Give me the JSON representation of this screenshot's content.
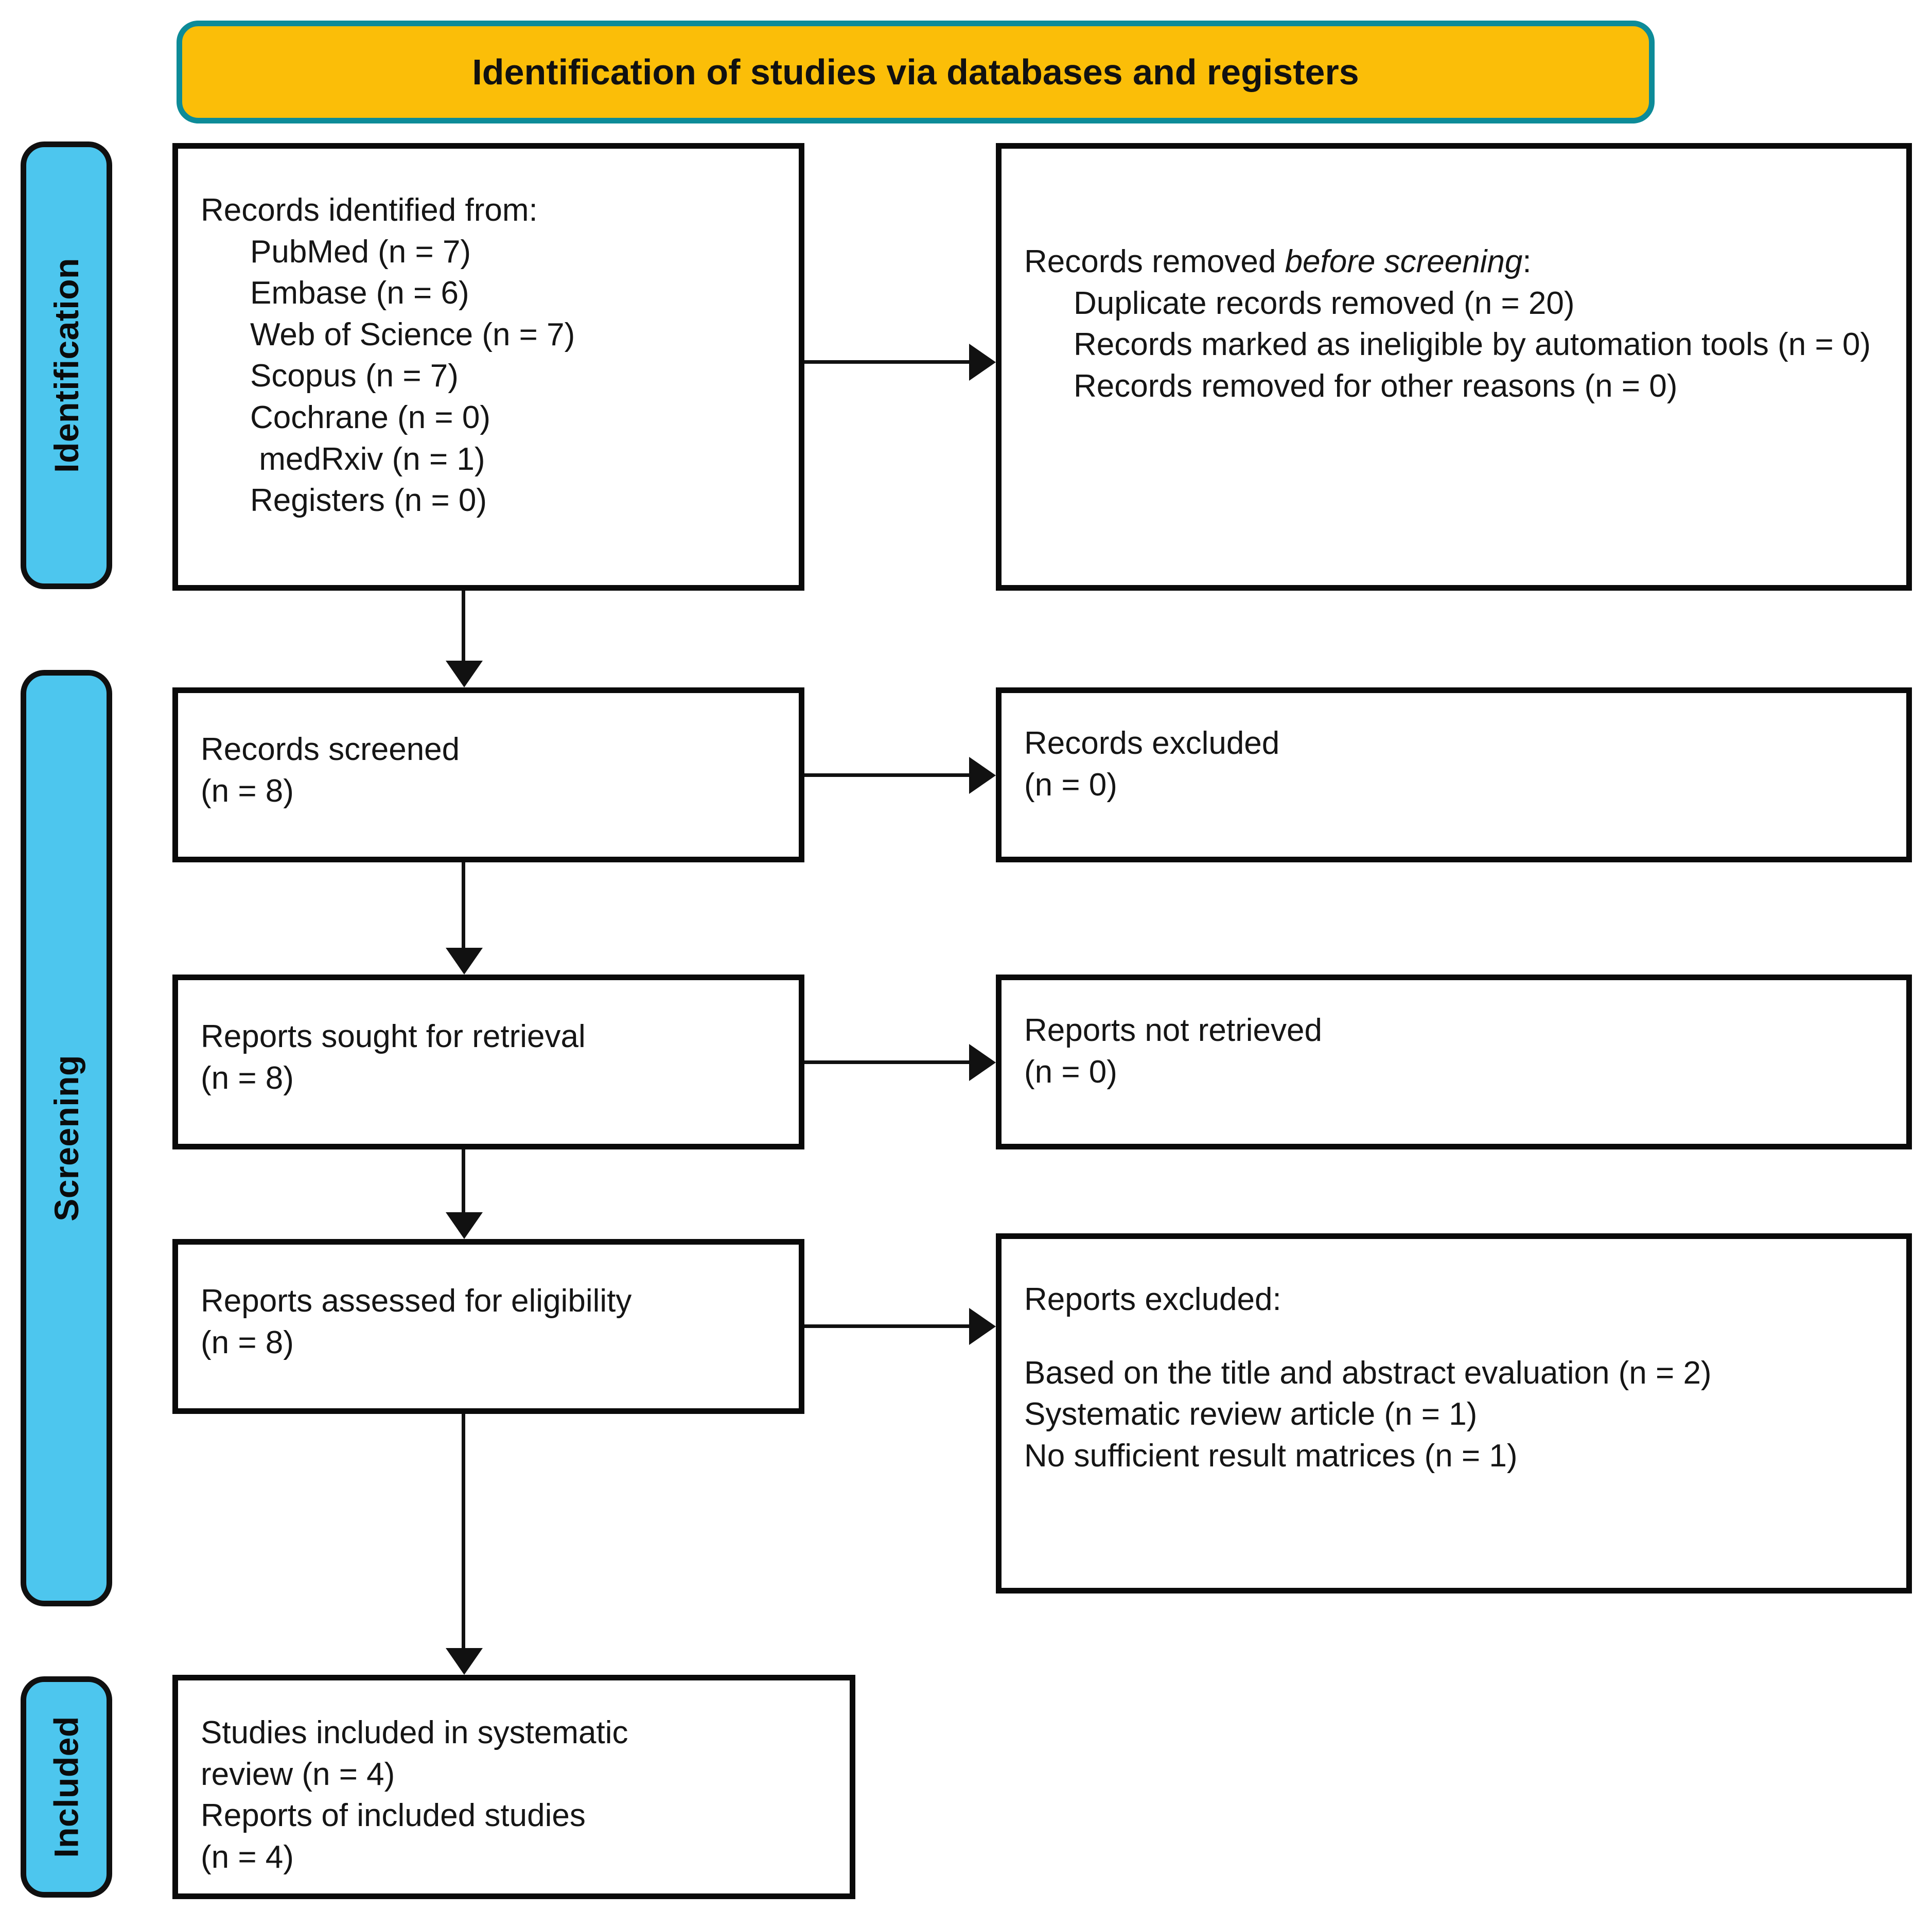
{
  "diagram": {
    "title": "Identification of studies via databases and registers",
    "colors": {
      "banner_fill": "#FBBE08",
      "banner_border": "#0D8B98",
      "stage_tab_fill": "#4DC6EE",
      "stage_tab_border": "#101010",
      "box_border": "#0A0A0A",
      "connector": "#111111"
    }
  },
  "stages": [
    {
      "id": "identification",
      "label": "Identification"
    },
    {
      "id": "screening",
      "label": "Screening"
    },
    {
      "id": "included",
      "label": "Included"
    }
  ],
  "boxes": {
    "identified": {
      "heading": "Records identified from:",
      "items": [
        "PubMed (n = 7)",
        "Embase (n = 6)",
        "Web of Science (n = 7)",
        "Scopus (n = 7)",
        "Cochrane (n = 0)",
        " medRxiv (n = 1)",
        "Registers (n = 0)"
      ]
    },
    "removed": {
      "heading_prefix": "Records removed ",
      "heading_italic": "before screening",
      "heading_suffix": ":",
      "items": [
        "Duplicate records removed (n = 20)",
        "Records marked as ineligible by automation tools (n = 0)",
        "Records removed for other reasons (n = 0)"
      ]
    },
    "screened": {
      "label": "Records screened",
      "count": "(n = 8)"
    },
    "excluded_records": {
      "label": "Records excluded",
      "count": "(n = 0)"
    },
    "sought": {
      "label": "Reports sought for retrieval",
      "count": "(n = 8)"
    },
    "not_retrieved": {
      "label": "Reports not retrieved",
      "count": "(n = 0)"
    },
    "assessed": {
      "label": "Reports assessed for eligibility",
      "count": "(n = 8)"
    },
    "reports_excluded": {
      "heading": "Reports excluded:",
      "items": [
        "Based on the title and abstract evaluation (n = 2)",
        "Systematic review article (n = 1)",
        "No sufficient result matrices (n = 1)"
      ]
    },
    "included": {
      "line1": "Studies included in systematic",
      "line2": "review (n = 4)",
      "line3": "Reports of included studies",
      "line4": "(n = 4)"
    }
  },
  "connectors": [
    {
      "id": "identified-to-removed",
      "direction": "right"
    },
    {
      "id": "identified-to-screened",
      "direction": "down"
    },
    {
      "id": "screened-to-excluded",
      "direction": "right"
    },
    {
      "id": "screened-to-sought",
      "direction": "down"
    },
    {
      "id": "sought-to-not-retrieved",
      "direction": "right"
    },
    {
      "id": "sought-to-assessed",
      "direction": "down"
    },
    {
      "id": "assessed-to-reports-excluded",
      "direction": "right"
    },
    {
      "id": "assessed-to-included",
      "direction": "down"
    }
  ]
}
